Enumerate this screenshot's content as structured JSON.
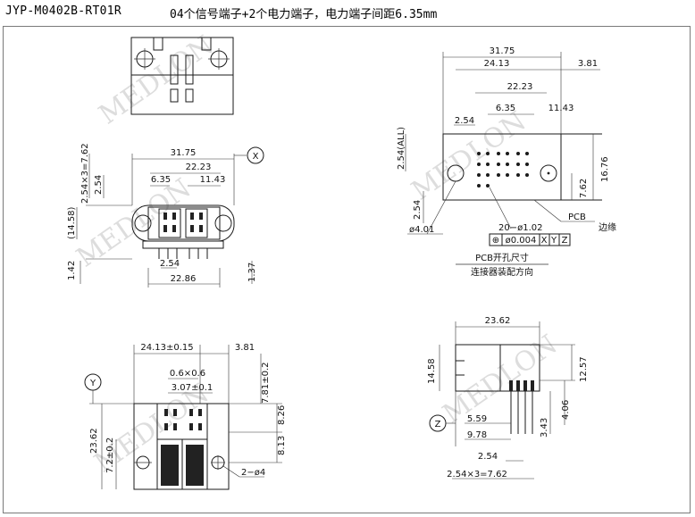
{
  "header": {
    "part_number": "JYP-M0402B-RT01R",
    "description": "04个信号端子+2个电力端子，电力端子间距6.35mm"
  },
  "watermark": "MEDLON",
  "top_view": {},
  "front_view": {
    "dims": {
      "width": "31.75",
      "power_pitch": "22.23",
      "sig_left": "6.35",
      "sig_right": "11.43",
      "vert_pitch": "2.54×3=7.62",
      "vert_small": "2.54",
      "height": "(14.58)",
      "bottom_left": "1.42",
      "pin_pitch": "2.54",
      "bottom_width": "22.86",
      "bottom_right": "1.37"
    },
    "datum": "X"
  },
  "pcb_view": {
    "dims": {
      "width": "31.75",
      "inner": "24.13",
      "right": "3.81",
      "power": "22.23",
      "sig_a": "6.35",
      "sig_b": "11.43",
      "left_pitch": "2.54",
      "vertical_all": "2.54(ALL)",
      "lower_left": "2.54",
      "hole_left": "ø4.01",
      "right_small": "7.62",
      "right_big": "16.76"
    },
    "holes_callout": "20−ø1.02",
    "tolerance_frame": [
      "⊕",
      "ø0.004",
      "X",
      "Y",
      "Z"
    ],
    "pcb_label": "PCB",
    "edge_label": "边缘",
    "caption_1": "PCB开孔尺寸",
    "caption_2": "连接器装配方向"
  },
  "bottom_view": {
    "dims": {
      "top_width": "24.13±0.15",
      "top_right": "3.81",
      "pin_size": "0.6×0.6",
      "pin_pitch": "3.07±0.1",
      "right_a": "7.81±0.2",
      "right_b": "8.26",
      "right_c": "8.13",
      "left_height": "23.62",
      "left_sub": "7.2±0.2",
      "holes": "2−ø4"
    },
    "datum": "Y"
  },
  "side_view": {
    "dims": {
      "width": "23.62",
      "height": "14.58",
      "right_height": "12.57",
      "mid_a": "5.59",
      "mid_b": "9.78",
      "vert_a": "3.43",
      "vert_b": "4.06",
      "pitch": "2.54",
      "total": "2.54×3=7.62"
    },
    "datum": "Z"
  }
}
